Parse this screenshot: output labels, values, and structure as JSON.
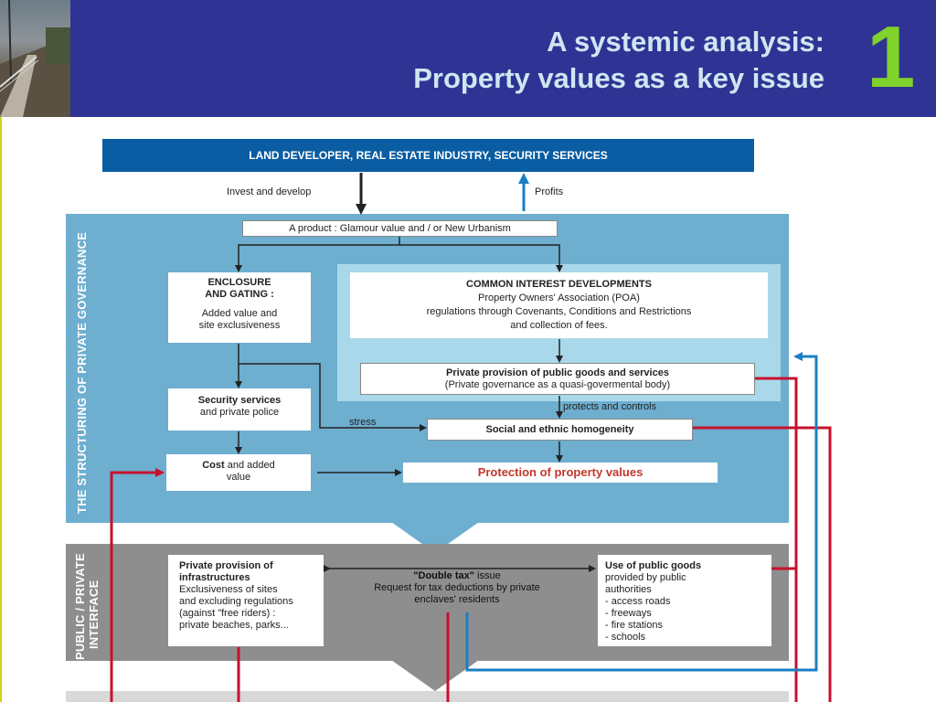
{
  "title": {
    "line1": "A systemic analysis:",
    "line2": "Property values as a key issue"
  },
  "slide_number": "1",
  "colors": {
    "header_bg": "#2f3394",
    "title_text": "#cfe6f2",
    "number_green": "#7fd32a",
    "top_bar": "#0a5da2",
    "governance_panel": "#6eaecf",
    "cid_panel": "#a9d8ea",
    "interface_panel": "#8e8e8e",
    "red_line": "#c8102e",
    "blue_line": "#1a7fc4"
  },
  "icons": [
    "photo-thumbnail",
    "arrow-down",
    "arrow-up",
    "arrow-left",
    "arrow-right"
  ],
  "diagram": {
    "top_bar": "LAND DEVELOPER, REAL ESTATE INDUSTRY, SECURITY SERVICES",
    "invest_label": "Invest and develop",
    "profits_label": "Profits",
    "governance_section_label": "THE STRUCTURING OF PRIVATE GOVERNANCE",
    "interface_section_label_line1": "PUBLIC / PRIVATE",
    "interface_section_label_line2": "INTERFACE",
    "product": "A product : Glamour value and / or New Urbanism",
    "enclosure": {
      "title_line1": "ENCLOSURE",
      "title_line2": "AND GATING :",
      "text_line1": "Added value and",
      "text_line2": "site exclusiveness"
    },
    "cid": {
      "title": "COMMON INTEREST DEVELOPMENTS",
      "line1": "Property Owners' Association (POA)",
      "line2": "regulations through Covenants, Conditions and Restrictions",
      "line3": "and collection of fees."
    },
    "private_provision": {
      "title": "Private provision of public goods and services",
      "subtitle": "(Private governance as a quasi-govermental body)"
    },
    "protects_label": "protects and controls",
    "security": {
      "title": "Security services",
      "text": "and private police"
    },
    "stress_label": "stress",
    "homogeneity": "Social and ethnic homogeneity",
    "cost": {
      "title": "Cost",
      "rest": " and added",
      "line2": "value"
    },
    "protection": "Protection of property values",
    "infra": {
      "title_line1": "Private provision of",
      "title_line2": "infrastructures",
      "text_line1": "Exclusiveness of sites",
      "text_line2": "and excluding regulations",
      "text_line3": "(against \"free riders) :",
      "text_line4": "private beaches, parks..."
    },
    "double_tax": {
      "title": "\"Double tax\"",
      "title_rest": " issue",
      "line2": "Request for tax deductions by private",
      "line3": "enclaves' residents"
    },
    "public_goods": {
      "title": "Use of public goods",
      "line1": "provided by  public",
      "line2": "authorities",
      "item1": "- access roads",
      "item2": "- freeways",
      "item3": "- fire stations",
      "item4": "- schools"
    }
  }
}
